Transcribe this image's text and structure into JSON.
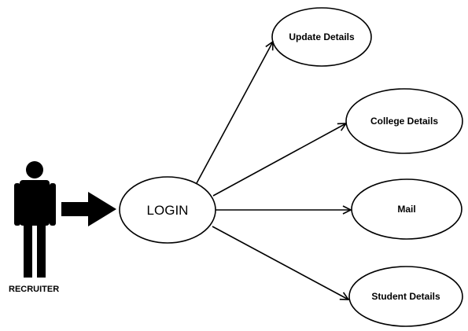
{
  "actor": {
    "label": "RECRUITER"
  },
  "login": {
    "label": "LOGIN"
  },
  "use_cases": [
    {
      "label": "Update Details"
    },
    {
      "label": "College Details"
    },
    {
      "label": "Mail"
    },
    {
      "label": "Student Details"
    }
  ],
  "colors": {
    "stroke": "#000000",
    "background": "#ffffff"
  }
}
